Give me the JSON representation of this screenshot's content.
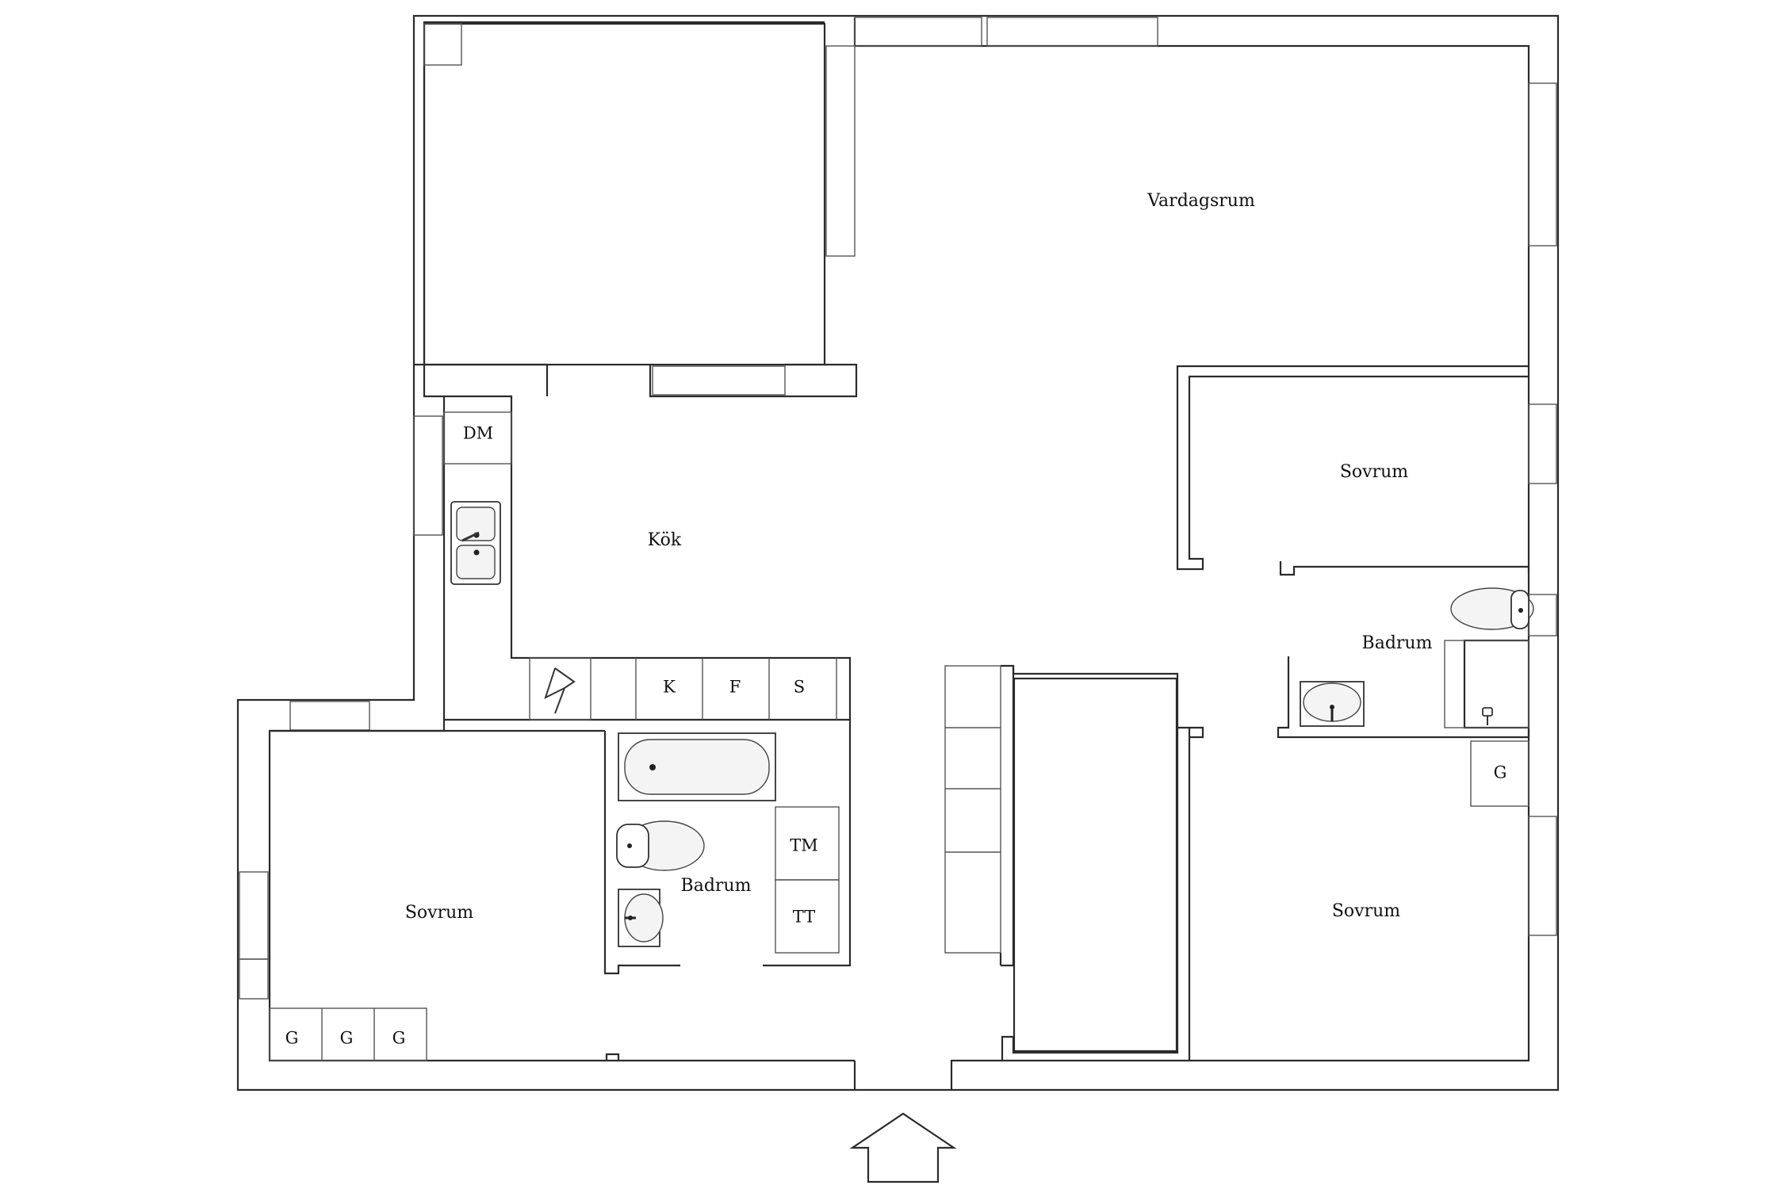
{
  "rooms": {
    "vardagsrum": "Vardagsrum",
    "kok": "Kök",
    "sovrum_right_top": "Sovrum",
    "sovrum_left": "Sovrum",
    "sovrum_right_bottom": "Sovrum",
    "badrum_center": "Badrum",
    "badrum_right": "Badrum"
  },
  "appliances": {
    "dm": "DM",
    "k": "K",
    "f": "F",
    "s": "S",
    "tm": "TM",
    "tt": "TT"
  },
  "closets": {
    "g1": "G",
    "g2": "G",
    "g3": "G",
    "g_right": "G"
  }
}
